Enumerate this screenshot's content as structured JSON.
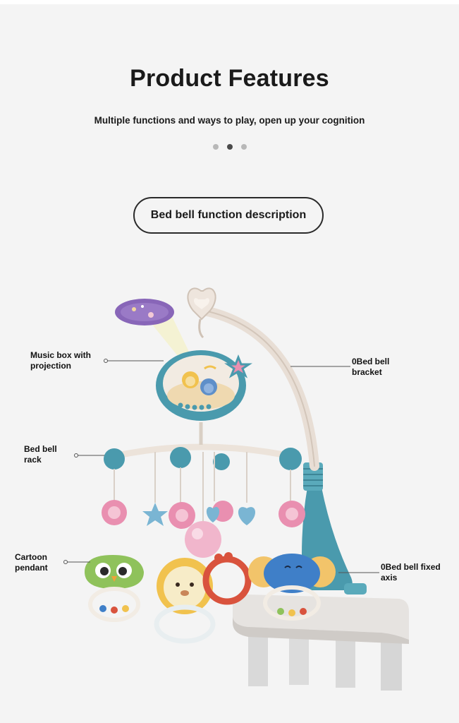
{
  "header": {
    "title": "Product Features",
    "subtitle": "Multiple functions and ways to play, open up your cognition"
  },
  "carousel": {
    "dot_count": 3,
    "active_index": 1
  },
  "section": {
    "button_label": "Bed bell function description"
  },
  "callouts": {
    "music_box_line1": "Music box with",
    "music_box_line2": "projection",
    "bracket_line1": "0Bed bell",
    "bracket_line2": "bracket",
    "rack_line1": "Bed bell",
    "rack_line2": "rack",
    "pendant_line1": "Cartoon",
    "pendant_line2": "pendant",
    "axis_line1": "0Bed bell fixed",
    "axis_line2": "axis"
  },
  "colors": {
    "background": "#f4f4f4",
    "teal": "#4a9aad",
    "pink": "#e98fb0",
    "cream": "#efe6de",
    "yellow": "#f1c24e",
    "green": "#8fc25b",
    "blue": "#3f7fc8",
    "red": "#d9533d"
  }
}
